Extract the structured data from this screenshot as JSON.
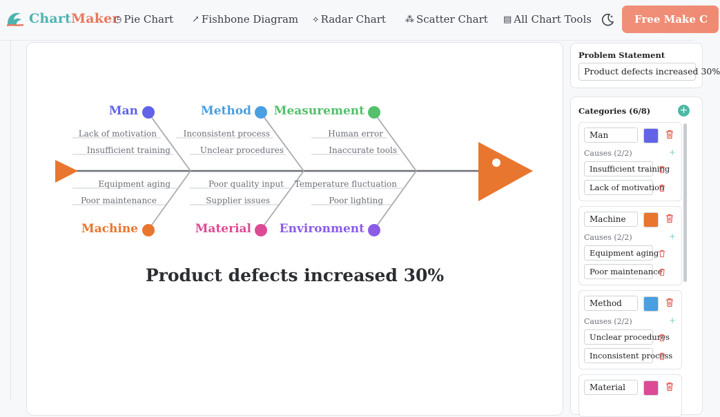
{
  "app": {
    "logo_part1": "Chart",
    "logo_part2": "Maker"
  },
  "nav": [
    {
      "label": "Pie Chart",
      "icon": "pie-icon"
    },
    {
      "label": "Fishbone Diagram",
      "icon": "arrow-icon"
    },
    {
      "label": "Radar Chart",
      "icon": "radar-icon"
    },
    {
      "label": "Scatter Chart",
      "icon": "scatter-icon"
    },
    {
      "label": "All Chart Tools",
      "icon": "list-icon"
    }
  ],
  "cta_label": "Free Make C",
  "diagram": {
    "problem": "Product defects increased 30%",
    "head_color": "#e9762e",
    "spine_color": "#6b6f76",
    "categories": [
      {
        "name": "Man",
        "color": "#6263e8",
        "causes": [
          "Lack of motivation",
          "Insufficient training"
        ]
      },
      {
        "name": "Method",
        "color": "#4a9fe0",
        "causes": [
          "Inconsistent process",
          "Unclear procedures"
        ]
      },
      {
        "name": "Measurement",
        "color": "#53c06b",
        "causes": [
          "Human error",
          "Inaccurate tools"
        ]
      },
      {
        "name": "Machine",
        "color": "#e9762e",
        "causes": [
          "Equipment aging",
          "Poor maintenance"
        ]
      },
      {
        "name": "Material",
        "color": "#dc4b94",
        "causes": [
          "Poor quality input",
          "Supplier issues"
        ]
      },
      {
        "name": "Environment",
        "color": "#8b5ce6",
        "causes": [
          "Temperature fluctuation",
          "Poor lighting"
        ]
      }
    ]
  },
  "panel": {
    "problem_label": "Problem Statement",
    "problem_value": "Product defects increased 30%",
    "categories_label": "Categories (6/8)",
    "add_label": "+",
    "editor": [
      {
        "name": "Man",
        "color": "#6263e8",
        "causes_label": "Causes (2/2)",
        "causes": [
          "Insufficient training",
          "Lack of motivation"
        ]
      },
      {
        "name": "Machine",
        "color": "#e9762e",
        "causes_label": "Causes (2/2)",
        "causes": [
          "Equipment aging",
          "Poor maintenance"
        ]
      },
      {
        "name": "Method",
        "color": "#4a9fe0",
        "causes_label": "Causes (2/2)",
        "causes": [
          "Unclear procedures",
          "Inconsistent process"
        ]
      },
      {
        "name": "Material",
        "color": "#dc4b94"
      }
    ]
  }
}
